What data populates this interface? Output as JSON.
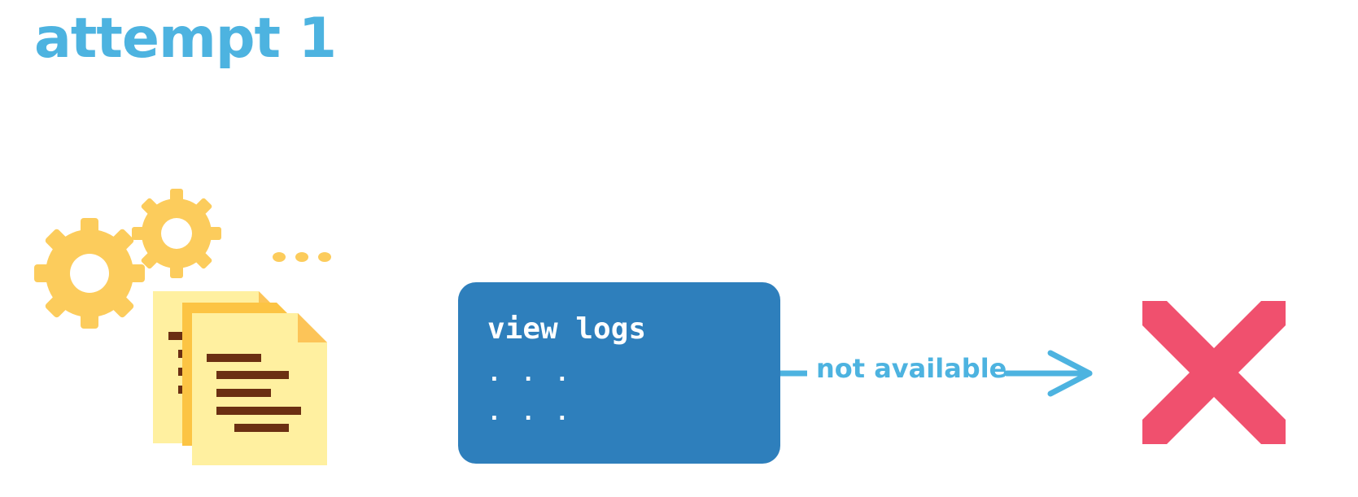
{
  "heading": {
    "title": "attempt 1"
  },
  "step": {
    "command": "view logs",
    "output_lines": [
      ". . .",
      ". . ."
    ]
  },
  "connector": {
    "label": "not available"
  },
  "result": {
    "icon": "cross-icon"
  },
  "icons": {
    "processes": "gears-icon",
    "documents": "log-files-icon",
    "more": "ellipsis-icon"
  },
  "colors": {
    "title": "#4db3e0",
    "gear": "#fccc5c",
    "document": "#fff0a0",
    "document_back": "#fcc444",
    "document_fold": "#fcc458",
    "document_lines": "#6b2f12",
    "terminal_bg": "#2e7fbc",
    "connector": "#4db3e0",
    "cross": "#f0506e"
  }
}
